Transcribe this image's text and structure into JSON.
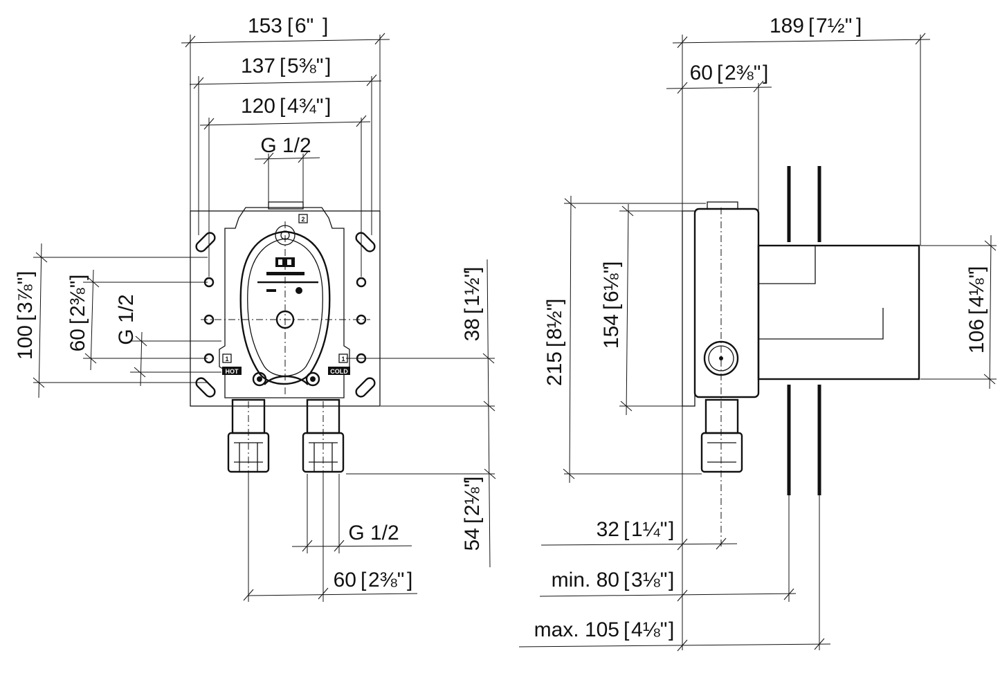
{
  "front_view": {
    "dim_top_1": {
      "value": "153",
      "inch": "6\""
    },
    "dim_top_2": {
      "value": "137",
      "inch": "5⅜\""
    },
    "dim_top_3": {
      "value": "120",
      "inch": "4¾\""
    },
    "dim_top_4": {
      "label": "G 1/2"
    },
    "dim_left_1": {
      "value": "100",
      "inch": "3⅞\""
    },
    "dim_left_2": {
      "value": "60",
      "inch": "2⅜\""
    },
    "dim_left_3": {
      "label": "G 1/2"
    },
    "dim_right_1": {
      "value": "38",
      "inch": "1½\""
    },
    "dim_right_2": {
      "value": "54",
      "inch": "2⅛\""
    },
    "dim_bottom_1": {
      "label": "G 1/2"
    },
    "dim_bottom_2": {
      "value": "60",
      "inch": "2⅜\""
    },
    "label_hot": "HOT",
    "label_cold": "COLD",
    "marker_top": "2",
    "marker_left": "1",
    "marker_right": "1"
  },
  "side_view": {
    "dim_top_1": {
      "value": "189",
      "inch": "7½\""
    },
    "dim_top_2": {
      "value": "60",
      "inch": "2⅜\""
    },
    "dim_left_1": {
      "value": "215",
      "inch": "8½\""
    },
    "dim_left_2": {
      "value": "154",
      "inch": "6⅛\""
    },
    "dim_right_1": {
      "value": "106",
      "inch": "4⅛\""
    },
    "dim_bottom_1": {
      "value": "32",
      "inch": "1¼\""
    },
    "dim_bottom_2": {
      "value": "min. 80",
      "inch": "3⅛\""
    },
    "dim_bottom_3": {
      "value": "max. 105",
      "inch": "4⅛\""
    }
  }
}
